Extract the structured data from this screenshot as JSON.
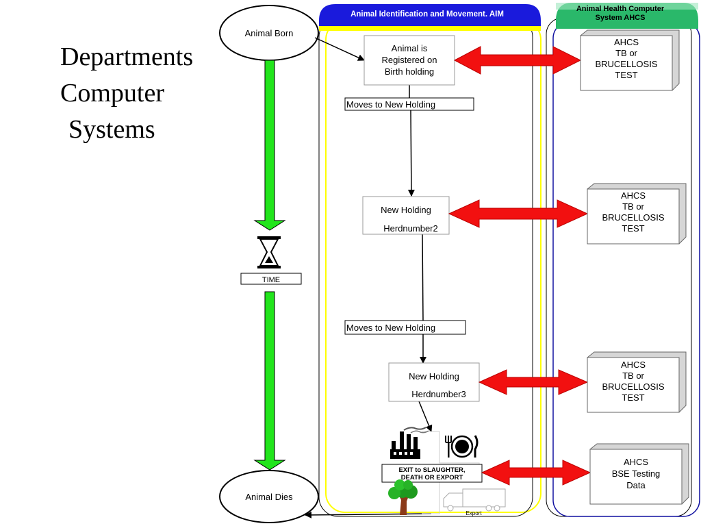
{
  "title_lines": [
    "Departments",
    "Computer",
    "Systems"
  ],
  "timeline": {
    "start": "Animal Born",
    "end": "Animal Dies",
    "time_label": "TIME"
  },
  "aim_panel": {
    "header": "Animal Identification and Movement. AIM",
    "header_color": "#1a1adc",
    "accent_color": "#ffff00",
    "boxes": [
      {
        "lines": [
          "Animal is",
          "Registered on",
          "Birth holding"
        ]
      },
      {
        "lines": [
          "New Holding",
          "Herdnumber2"
        ]
      },
      {
        "lines": [
          "New Holding",
          "Herdnumber3"
        ]
      }
    ],
    "moves": [
      "Moves to New Holding",
      "Moves to New Holding"
    ],
    "exit_label_lines": [
      "EXIT to SLAUGHTER,",
      "DEATH OR EXPORT"
    ],
    "export_label": "Export",
    "icons": [
      "factory-icon",
      "plate-cutlery-icon",
      "tree-icon",
      "truck-icon"
    ]
  },
  "ahcs_panel": {
    "header_lines": [
      "Animal Health Computer",
      "System  AHCS"
    ],
    "header_color": "#2ab86a",
    "boxes": [
      {
        "lines": [
          "AHCS",
          "TB or",
          "BRUCELLOSIS",
          "TEST"
        ]
      },
      {
        "lines": [
          "AHCS",
          "TB or",
          "BRUCELLOSIS",
          "TEST"
        ]
      },
      {
        "lines": [
          "AHCS",
          "TB or",
          "BRUCELLOSIS",
          "TEST"
        ]
      },
      {
        "lines": [
          "AHCS",
          "BSE Testing",
          "Data"
        ]
      }
    ]
  },
  "colors": {
    "time_arrow": "#22e51c",
    "link_arrow": "#f21010",
    "ahcs_outline": "#1010a0"
  }
}
